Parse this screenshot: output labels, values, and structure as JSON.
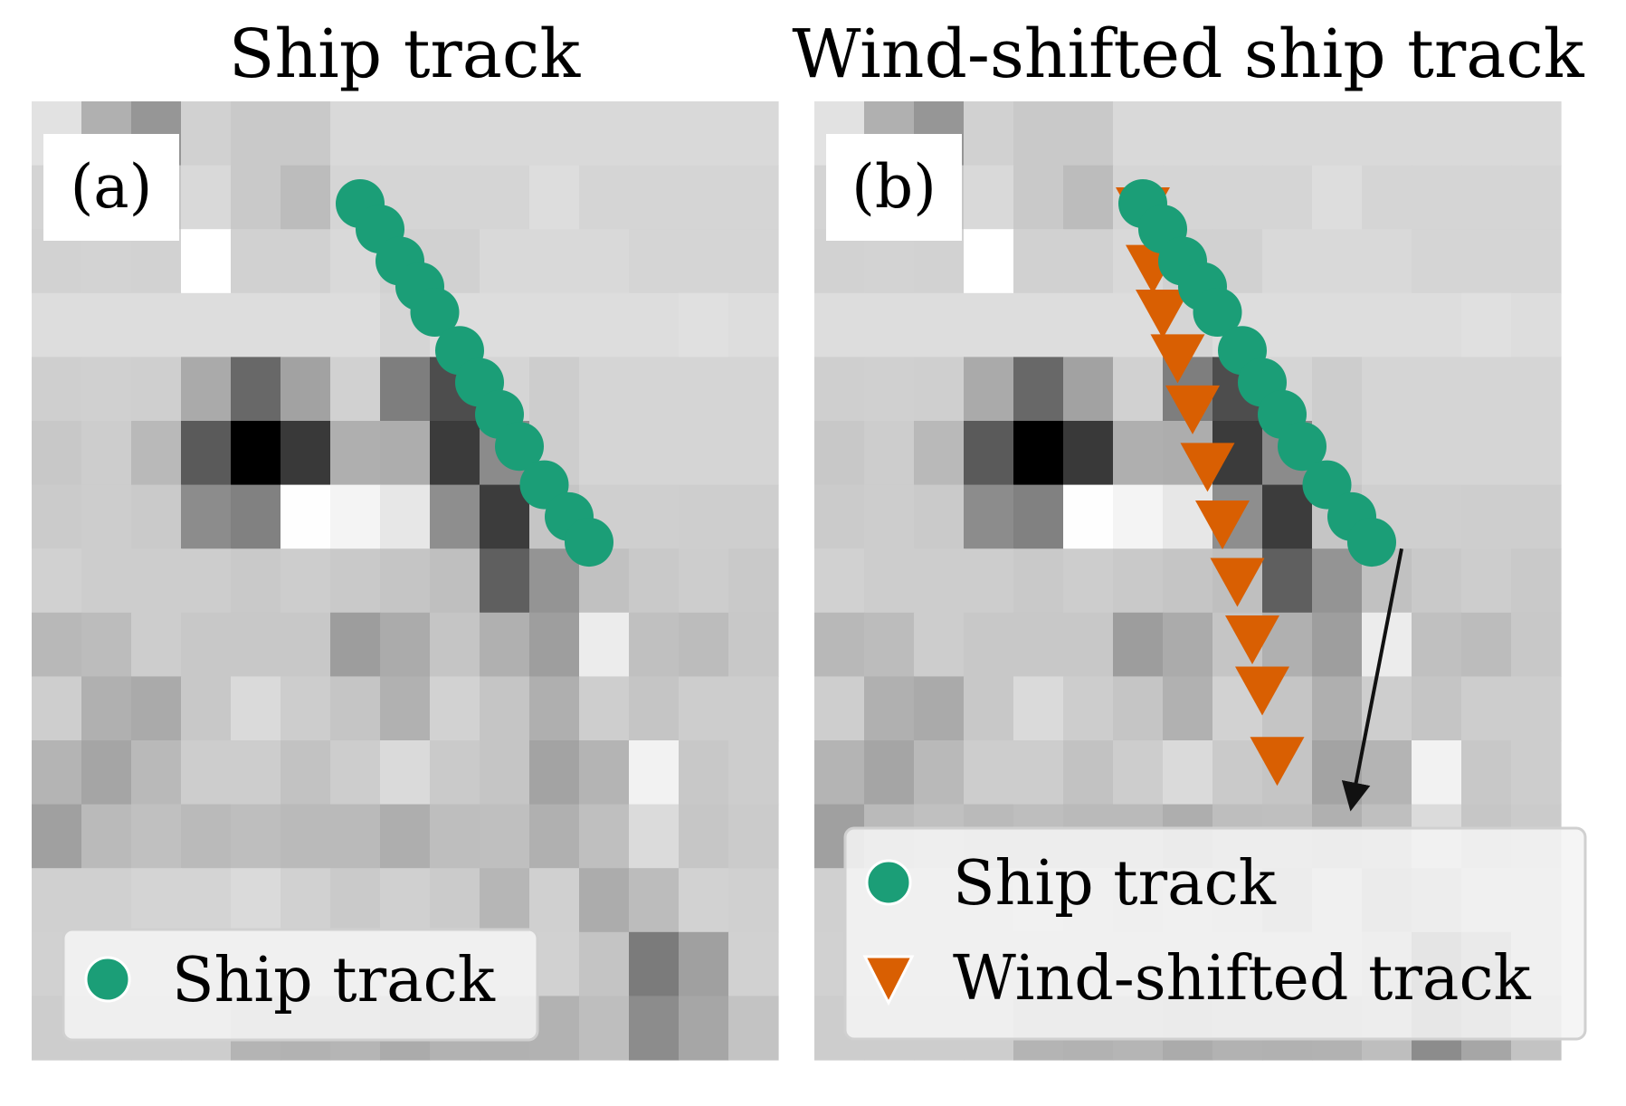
{
  "chart_data": [
    {
      "type": "heatmap+scatter",
      "title": "Ship track",
      "panel_label": "(a)",
      "colormap": "gray",
      "grid": false,
      "axes_visible": false,
      "heatmap": {
        "rows": 15,
        "cols": 15,
        "values": [
          [
            226,
            176,
            150,
            209,
            201,
            201,
            217,
            217,
            217,
            217,
            217,
            217,
            217,
            217,
            217
          ],
          [
            212,
            198,
            198,
            217,
            201,
            188,
            213,
            213,
            213,
            213,
            221,
            213,
            213,
            213,
            213
          ],
          [
            210,
            211,
            210,
            255,
            209,
            209,
            217,
            209,
            209,
            217,
            217,
            217,
            213,
            213,
            213
          ],
          [
            221,
            221,
            221,
            221,
            221,
            221,
            221,
            213,
            221,
            221,
            221,
            221,
            221,
            224,
            221
          ],
          [
            207,
            208,
            207,
            170,
            104,
            162,
            209,
            126,
            77,
            213,
            205,
            213,
            213,
            213,
            213
          ],
          [
            200,
            205,
            185,
            90,
            0,
            57,
            175,
            173,
            59,
            139,
            205,
            213,
            213,
            213,
            213
          ],
          [
            203,
            205,
            202,
            140,
            129,
            254,
            244,
            231,
            142,
            60,
            197,
            207,
            207,
            206,
            206
          ],
          [
            209,
            205,
            205,
            205,
            201,
            205,
            201,
            197,
            191,
            95,
            148,
            193,
            201,
            205,
            201
          ],
          [
            184,
            188,
            205,
            200,
            200,
            200,
            157,
            171,
            197,
            176,
            158,
            236,
            192,
            188,
            200
          ],
          [
            206,
            176,
            170,
            200,
            218,
            205,
            197,
            177,
            210,
            197,
            175,
            206,
            197,
            205,
            205
          ],
          [
            180,
            165,
            185,
            205,
            205,
            194,
            205,
            218,
            202,
            197,
            163,
            180,
            242,
            200,
            205
          ],
          [
            160,
            186,
            192,
            186,
            190,
            186,
            186,
            174,
            190,
            191,
            176,
            191,
            219,
            198,
            203
          ],
          [
            208,
            208,
            212,
            212,
            218,
            209,
            202,
            208,
            203,
            182,
            208,
            172,
            188,
            210,
            208
          ],
          [
            209,
            209,
            209,
            209,
            209,
            209,
            209,
            209,
            209,
            209,
            209,
            196,
            123,
            160,
            209
          ],
          [
            205,
            205,
            205,
            205,
            180,
            178,
            181,
            171,
            178,
            177,
            178,
            190,
            140,
            166,
            195
          ]
        ]
      },
      "series": [
        {
          "name": "Ship track",
          "marker": "circle",
          "color": "#1b9e77",
          "points": [
            [
              6.6,
              1.6
            ],
            [
              7.0,
              2.0
            ],
            [
              7.4,
              2.5
            ],
            [
              7.8,
              2.9
            ],
            [
              8.1,
              3.3
            ],
            [
              8.6,
              3.9
            ],
            [
              9.0,
              4.4
            ],
            [
              9.4,
              4.9
            ],
            [
              9.8,
              5.4
            ],
            [
              10.3,
              6.0
            ],
            [
              10.8,
              6.5
            ],
            [
              11.2,
              6.9
            ]
          ]
        }
      ],
      "legend": {
        "placement": "lower-left",
        "entries": [
          "Ship track"
        ]
      }
    },
    {
      "type": "heatmap+scatter",
      "title": "Wind-shifted ship track",
      "panel_label": "(b)",
      "colormap": "gray",
      "grid": false,
      "axes_visible": false,
      "heatmap": {
        "same_as_panel": "a"
      },
      "series": [
        {
          "name": "Ship track",
          "marker": "circle",
          "color": "#1b9e77",
          "points": [
            [
              6.6,
              1.6
            ],
            [
              7.0,
              2.0
            ],
            [
              7.4,
              2.5
            ],
            [
              7.8,
              2.9
            ],
            [
              8.1,
              3.3
            ],
            [
              8.6,
              3.9
            ],
            [
              9.0,
              4.4
            ],
            [
              9.4,
              4.9
            ],
            [
              9.8,
              5.4
            ],
            [
              10.3,
              6.0
            ],
            [
              10.8,
              6.5
            ],
            [
              11.2,
              6.9
            ]
          ]
        },
        {
          "name": "Wind-shifted track",
          "marker": "triangle-down",
          "color": "#d95f02",
          "points": [
            [
              6.6,
              1.7
            ],
            [
              6.8,
              2.6
            ],
            [
              7.0,
              3.3
            ],
            [
              7.3,
              4.0
            ],
            [
              7.6,
              4.8
            ],
            [
              7.9,
              5.7
            ],
            [
              8.2,
              6.6
            ],
            [
              8.5,
              7.5
            ],
            [
              8.8,
              8.4
            ],
            [
              9.0,
              9.2
            ],
            [
              9.3,
              10.3
            ]
          ]
        }
      ],
      "arrow": {
        "from": [
          11.8,
          7.0
        ],
        "to": [
          10.8,
          11.0
        ],
        "color": "#111111"
      },
      "legend": {
        "placement": "lower-center",
        "entries": [
          "Ship track",
          "Wind-shifted track"
        ]
      }
    }
  ]
}
